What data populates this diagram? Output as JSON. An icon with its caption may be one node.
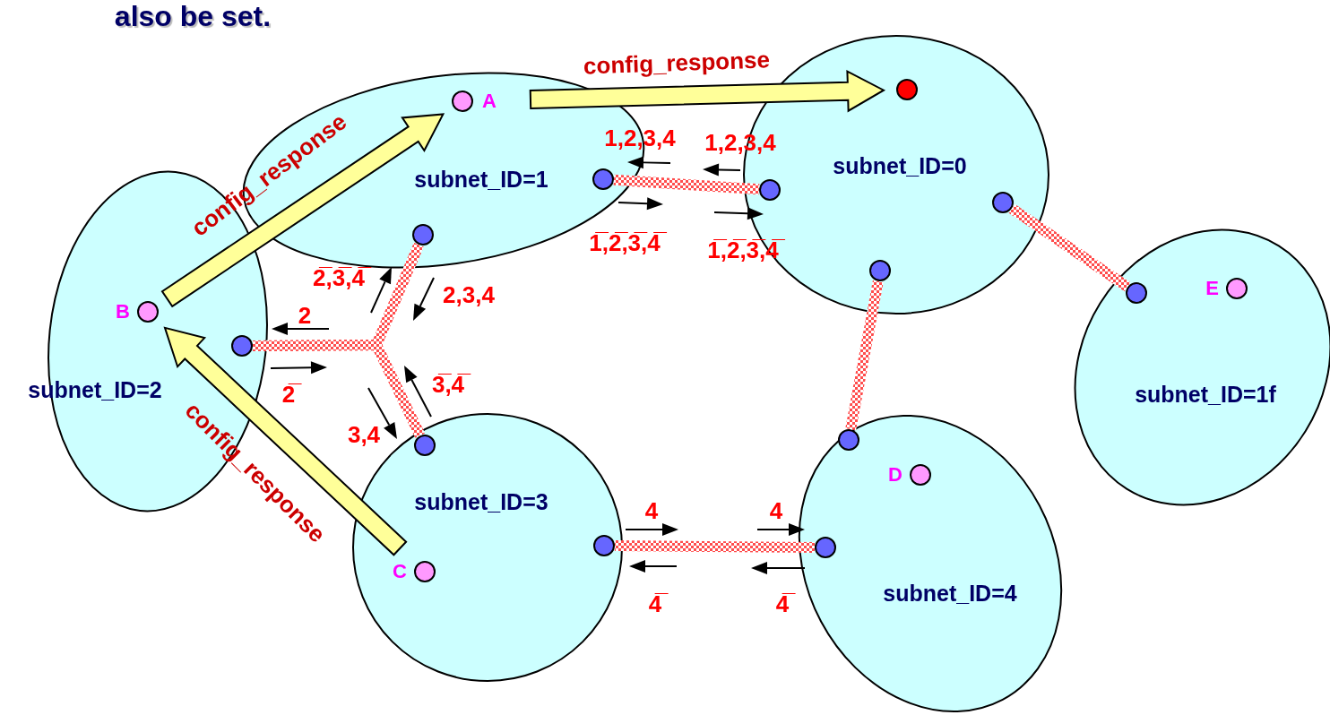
{
  "diagram": {
    "nodes": [
      {
        "text": [
          "subnet_ID=1"
        ]
      },
      {
        "text": [],
        "shape": "circle",
        "beside": [
          "A"
        ],
        "in": 0
      },
      {
        "text": [],
        "shape": "circle",
        "in": 0
      },
      {
        "text": [],
        "shape": "circle",
        "in": 0
      },
      {
        "text": [
          "subnet_ID=0"
        ]
      },
      {
        "text": [],
        "shape": "circle",
        "in": 4
      },
      {
        "text": [],
        "shape": "circle",
        "in": 4
      },
      {
        "text": [],
        "shape": "circle",
        "in": 4
      },
      {
        "text": [],
        "shape": "circle",
        "in": 4
      },
      {
        "text": [
          "subnet_ID=2"
        ]
      },
      {
        "text": [],
        "shape": "circle",
        "beside": [
          "B"
        ],
        "in": 9
      },
      {
        "text": [],
        "shape": "circle",
        "in": 9
      },
      {
        "text": [
          "subnet_ID=1f"
        ]
      },
      {
        "text": [],
        "shape": "circle",
        "beside": [
          "E"
        ],
        "in": 12
      },
      {
        "text": [],
        "shape": "circle",
        "in": 12
      },
      {
        "text": [
          "subnet_ID=3"
        ]
      },
      {
        "text": [],
        "shape": "circle",
        "in": 15
      },
      {
        "text": [],
        "shape": "circle",
        "in": 15
      },
      {
        "text": [],
        "shape": "circle",
        "beside": [
          "C"
        ],
        "in": 15
      },
      {
        "text": [
          "subnet_ID=4"
        ]
      },
      {
        "text": [],
        "shape": "circle",
        "in": 19
      },
      {
        "text": [],
        "shape": "circle",
        "beside": [
          "D"
        ],
        "in": 19
      },
      {
        "text": [],
        "shape": "circle",
        "in": 19
      }
    ],
    "edges": [
      {
        "from": 10,
        "to": 1,
        "arrow": "to",
        "label": "config_response",
        "style": "thick",
        "color": "#ffff99"
      },
      {
        "from": 1,
        "to": 5,
        "arrow": "to",
        "label": "config_response",
        "style": "thick",
        "color": "#ffff99"
      },
      {
        "from": 18,
        "to": 10,
        "arrow": "to",
        "label": "config_response",
        "style": "thick",
        "color": "#ffff99"
      },
      {
        "from": 2,
        "to": 6,
        "arrow": "none"
      },
      {
        "from": 7,
        "to": 14,
        "arrow": "none"
      },
      {
        "from": 8,
        "to": 20,
        "arrow": "none"
      },
      {
        "from": 11,
        "to": 3,
        "arrow": "none"
      },
      {
        "from": 11,
        "to": 16,
        "arrow": "none"
      },
      {
        "from": 17,
        "to": 22,
        "arrow": "none"
      }
    ],
    "labels": [
      "also be set.",
      "1,2,3,4",
      "1,2,3,4",
      "1̅,2̅,3̅,4̅",
      "1̅,2̅,3̅,4̅",
      "2̅,3̅,4̅",
      "2,3,4",
      "2",
      "2̅",
      "3̅,4̅",
      "3,4",
      "4",
      "4",
      "4̅",
      "4̅"
    ]
  }
}
